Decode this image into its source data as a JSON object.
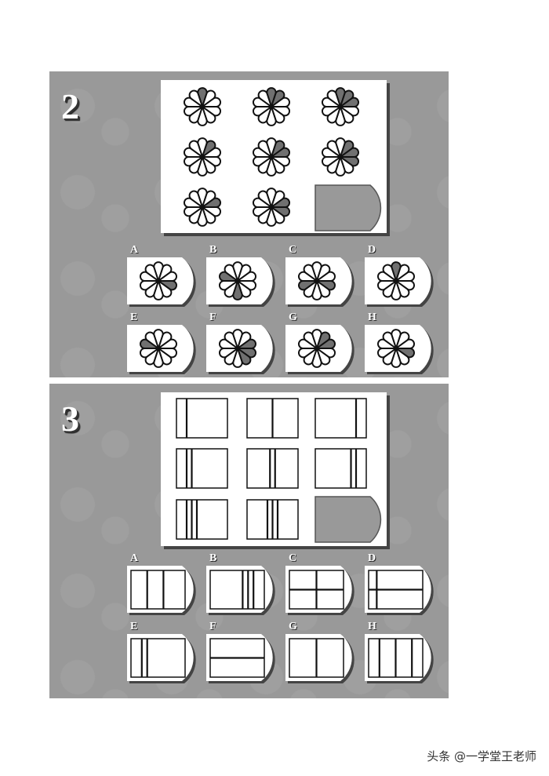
{
  "watermark": "头条 @一学堂王老师",
  "colors": {
    "panel": "#999999",
    "shade": "#707070",
    "stroke": "#111111"
  },
  "puzzle2": {
    "number": "2",
    "petal_count": 10,
    "grid": [
      [
        0
      ],
      [
        0,
        1
      ],
      [
        0,
        1,
        2
      ],
      [
        1
      ],
      [
        1,
        2
      ],
      [
        1,
        2,
        3
      ],
      [
        2
      ],
      [
        2,
        3
      ],
      null
    ],
    "options": [
      {
        "label": "A",
        "shaded": [
          3
        ]
      },
      {
        "label": "B",
        "shaded": [
          5,
          8
        ]
      },
      {
        "label": "C",
        "shaded": [
          3,
          7
        ]
      },
      {
        "label": "D",
        "shaded": [
          0
        ]
      },
      {
        "label": "E",
        "shaded": [
          8
        ]
      },
      {
        "label": "F",
        "shaded": [
          2,
          3,
          4
        ]
      },
      {
        "label": "G",
        "shaded": [
          1,
          2
        ]
      },
      {
        "label": "H",
        "shaded": [
          3
        ]
      }
    ]
  },
  "puzzle3": {
    "number": "3",
    "slot_count": 10,
    "grid": [
      {
        "v": [
          2
        ],
        "h": []
      },
      {
        "v": [
          5
        ],
        "h": []
      },
      {
        "v": [
          8
        ],
        "h": []
      },
      {
        "v": [
          2,
          3
        ],
        "h": []
      },
      {
        "v": [
          4.5,
          5.5
        ],
        "h": []
      },
      {
        "v": [
          7,
          8
        ],
        "h": []
      },
      {
        "v": [
          2,
          3,
          4
        ],
        "h": []
      },
      {
        "v": [
          4,
          5,
          6
        ],
        "h": []
      },
      null
    ],
    "options": [
      {
        "label": "A",
        "v": [
          3,
          6
        ],
        "h": []
      },
      {
        "label": "B",
        "v": [
          6,
          7,
          8
        ],
        "h": []
      },
      {
        "label": "C",
        "v": [
          5
        ],
        "h": [
          5
        ]
      },
      {
        "label": "D",
        "v": [
          1.5
        ],
        "h": [
          5
        ]
      },
      {
        "label": "E",
        "v": [
          2,
          3
        ],
        "h": []
      },
      {
        "label": "F",
        "v": [],
        "h": [
          5
        ]
      },
      {
        "label": "G",
        "v": [
          5
        ],
        "h": []
      },
      {
        "label": "H",
        "v": [
          2,
          5,
          8
        ],
        "h": []
      }
    ]
  }
}
